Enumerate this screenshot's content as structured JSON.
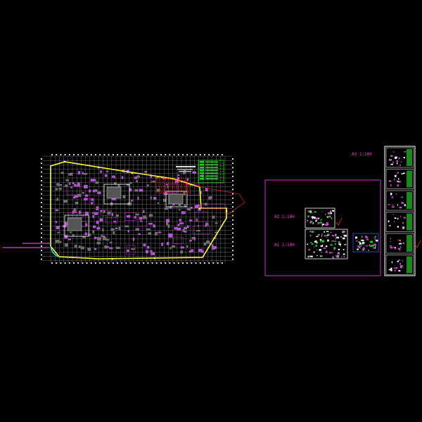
{
  "colors": {
    "background": "#000000",
    "grid": "#9a9a9a",
    "boundary": "#ffff33",
    "annotation": "#ff33cc",
    "frame": "#cc33cc",
    "legend": "#22cc22",
    "accent_red": "#ff2222",
    "accent_cyan": "#33cccc",
    "sheet_border": "#ffffff"
  },
  "labels": {
    "sheet_a3_scale": "A3 1:100",
    "view_a2_scale": "A2 1:100",
    "view_a1_scale": "A1 1:100",
    "left_note_top": "",
    "left_note_bottom": ""
  },
  "layout_elements": {
    "main_plan": "overall-floor-plan",
    "legend_table": "legend-table",
    "detail_frame": "detail-sheet-frame",
    "sheet_strip": "sheet-index-strip"
  },
  "icons": {
    "check": "check-mark-icon"
  }
}
